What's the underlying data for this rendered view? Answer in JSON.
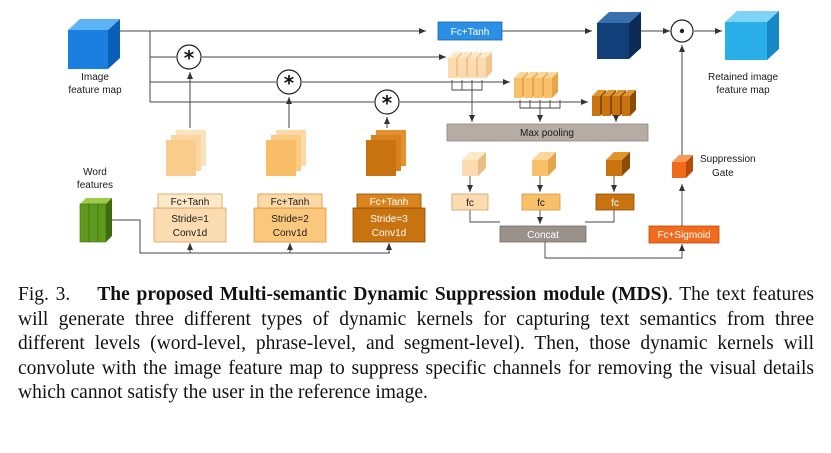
{
  "diagram": {
    "image_feature_label_1": "Image",
    "image_feature_label_2": "feature map",
    "word_features_label_1": "Word",
    "word_features_label_2": "features",
    "fc_tanh_top": "Fc+Tanh",
    "branches": [
      {
        "fc": "Fc+Tanh",
        "conv_line1": "Stride=1",
        "conv_line2": "Conv1d"
      },
      {
        "fc": "Fc+Tanh",
        "conv_line1": "Stride=2",
        "conv_line2": "Conv1d"
      },
      {
        "fc": "Fc+Tanh",
        "conv_line1": "Stride=3",
        "conv_line2": "Conv1d"
      }
    ],
    "max_pooling": "Max pooling",
    "fc_labels": [
      "fc",
      "fc",
      "fc"
    ],
    "concat": "Concat",
    "fc_sigmoid": "Fc+Sigmoid",
    "suppression_gate_1": "Suppression",
    "suppression_gate_2": "Gate",
    "retained_label_1": "Retained image",
    "retained_label_2": "feature map",
    "conv_symbol": "*",
    "dot_symbol": "·"
  },
  "caption": {
    "prefix": "Fig. 3.",
    "title": "The proposed Multi-semantic Dynamic Suppression module (MDS)",
    "body": ". The text features will generate three different types of dynamic kernels for capturing text semantics from three different levels (word-level, phrase-level, and segment-level). Then, those dynamic kernels will convolute with the image feature map to suppress specific channels for removing the visual details which cannot satisfy the user in the reference image."
  },
  "colors": {
    "blue_cube": "#1a7fe0",
    "navy_cube": "#123f7a",
    "cyan_cube": "#2aaee8",
    "light_orange": "#f9d9a8",
    "mid_orange": "#f7c27a",
    "dark_orange": "#c8730f",
    "orange_red": "#f26b1d",
    "gray_box": "#b5aca3"
  }
}
